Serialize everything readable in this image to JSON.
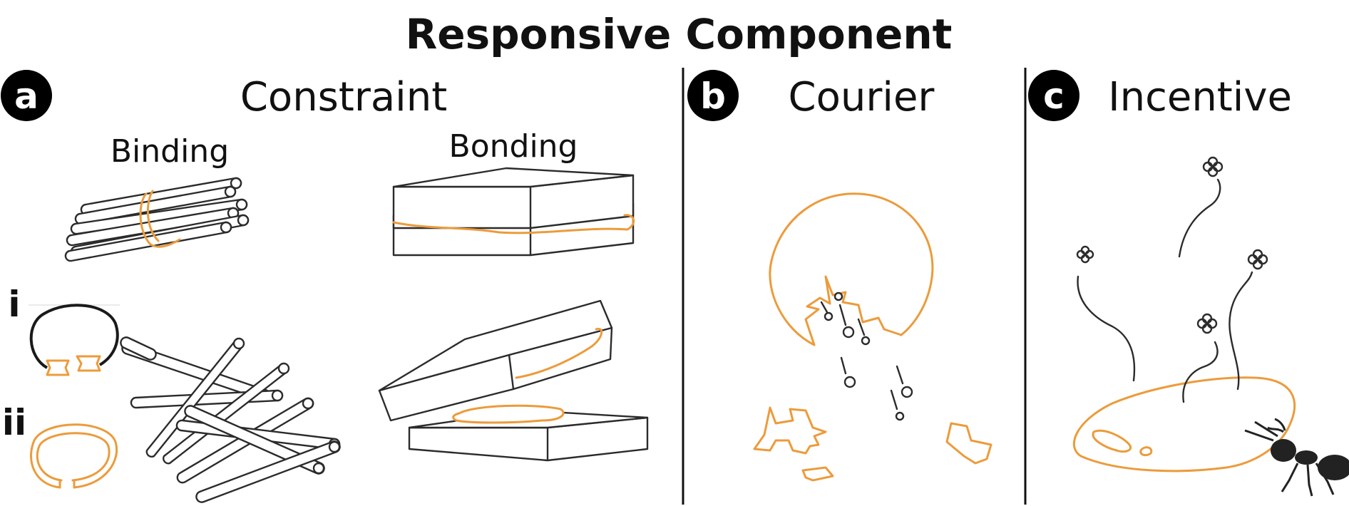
{
  "title": "Responsive Component",
  "panels": [
    {
      "badge": "a",
      "title": "Constraint"
    },
    {
      "badge": "b",
      "title": "Courier"
    },
    {
      "badge": "c",
      "title": "Incentive"
    }
  ],
  "constraint": {
    "binding_label": "Binding",
    "bonding_label": "Bonding",
    "row_i": "i",
    "row_ii": "ii"
  },
  "colors": {
    "accent": "#ec9b3b",
    "ink": "#2b2b2b",
    "badge": "#000000"
  }
}
